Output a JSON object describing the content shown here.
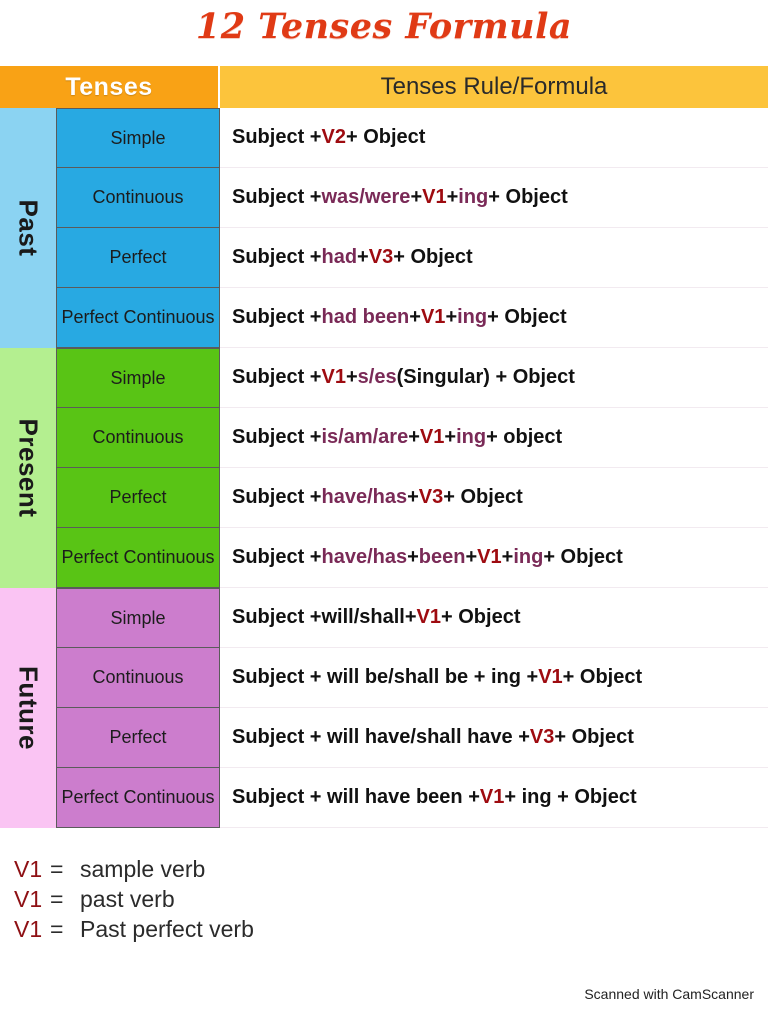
{
  "title": "12 Tenses Formula",
  "header": {
    "tenses_label": "Tenses",
    "formula_label": "Tenses Rule/Formula"
  },
  "colors": {
    "title": "#E03A15",
    "header_tenses_bg": "#F9A215",
    "header_formula_bg": "#FCC43C",
    "past_label_bg": "#8BD3F2",
    "past_cell_bg": "#28A9E2",
    "present_label_bg": "#B4EF90",
    "present_cell_bg": "#59C415",
    "future_label_bg": "#FAC4F3",
    "future_cell_bg": "#CC7DCD",
    "aux_text": "#7A2A57",
    "verb_code_text": "#9E0B10",
    "plain_text": "#111111"
  },
  "groups": [
    {
      "name": "Past",
      "rows": [
        {
          "sub": "Simple",
          "formula_plain": "Subject + V2 + Object",
          "parts": [
            {
              "t": "Subject + ",
              "k": "plain"
            },
            {
              "t": "V2",
              "k": "vcode"
            },
            {
              "t": " + Object",
              "k": "plain"
            }
          ]
        },
        {
          "sub": "Continuous",
          "formula_plain": "Subject + was/were + V1 + ing + Object",
          "parts": [
            {
              "t": "Subject + ",
              "k": "plain"
            },
            {
              "t": "was/were",
              "k": "aux"
            },
            {
              "t": " + ",
              "k": "plain"
            },
            {
              "t": "V1",
              "k": "vcode"
            },
            {
              "t": " + ",
              "k": "plain"
            },
            {
              "t": "ing",
              "k": "aux"
            },
            {
              "t": " + Object",
              "k": "plain"
            }
          ]
        },
        {
          "sub": "Perfect",
          "formula_plain": "Subject + had + V3 + Object",
          "parts": [
            {
              "t": "Subject + ",
              "k": "plain"
            },
            {
              "t": "had",
              "k": "aux"
            },
            {
              "t": " + ",
              "k": "plain"
            },
            {
              "t": "V3",
              "k": "vcode"
            },
            {
              "t": " + Object",
              "k": "plain"
            }
          ]
        },
        {
          "sub": "Perfect Continuous",
          "formula_plain": "Subject + had been + V1 + ing + Object",
          "parts": [
            {
              "t": "Subject + ",
              "k": "plain"
            },
            {
              "t": "had been",
              "k": "aux"
            },
            {
              "t": " + ",
              "k": "plain"
            },
            {
              "t": "V1",
              "k": "vcode"
            },
            {
              "t": " + ",
              "k": "plain"
            },
            {
              "t": "ing",
              "k": "aux"
            },
            {
              "t": " + Object",
              "k": "plain"
            }
          ]
        }
      ]
    },
    {
      "name": "Present",
      "rows": [
        {
          "sub": "Simple",
          "formula_plain": "Subject + V1 + s/es(Singular) + Object",
          "parts": [
            {
              "t": "Subject + ",
              "k": "plain"
            },
            {
              "t": "V1",
              "k": "vcode"
            },
            {
              "t": " + ",
              "k": "plain"
            },
            {
              "t": "s/es",
              "k": "aux"
            },
            {
              "t": "(Singular) + Object",
              "k": "plain"
            }
          ]
        },
        {
          "sub": "Continuous",
          "formula_plain": "Subject + is/am/are + V1 + ing + object",
          "parts": [
            {
              "t": "Subject + ",
              "k": "plain"
            },
            {
              "t": "is/am/are",
              "k": "aux"
            },
            {
              "t": " + ",
              "k": "plain"
            },
            {
              "t": "V1",
              "k": "vcode"
            },
            {
              "t": " + ",
              "k": "plain"
            },
            {
              "t": "ing",
              "k": "aux"
            },
            {
              "t": " + object",
              "k": "plain"
            }
          ]
        },
        {
          "sub": "Perfect",
          "formula_plain": "Subject + have/has + V3 + Object",
          "parts": [
            {
              "t": "Subject + ",
              "k": "plain"
            },
            {
              "t": "have/has",
              "k": "aux"
            },
            {
              "t": " + ",
              "k": "plain"
            },
            {
              "t": "V3",
              "k": "vcode"
            },
            {
              "t": " + Object",
              "k": "plain"
            }
          ]
        },
        {
          "sub": "Perfect Continuous",
          "formula_plain": "Subject + have/has + been + V1 + ing + Object",
          "parts": [
            {
              "t": "Subject + ",
              "k": "plain"
            },
            {
              "t": "have/has",
              "k": "aux"
            },
            {
              "t": " + ",
              "k": "plain"
            },
            {
              "t": "been",
              "k": "aux"
            },
            {
              "t": " + ",
              "k": "plain"
            },
            {
              "t": "V1",
              "k": "vcode"
            },
            {
              "t": " + ",
              "k": "plain"
            },
            {
              "t": "ing",
              "k": "aux"
            },
            {
              "t": " + Object",
              "k": "plain"
            }
          ]
        }
      ]
    },
    {
      "name": "Future",
      "rows": [
        {
          "sub": "Simple",
          "formula_plain": "Subject + will/shall + V1 + Object",
          "parts": [
            {
              "t": "Subject + ",
              "k": "plain"
            },
            {
              "t": "will/shall",
              "k": "plain"
            },
            {
              "t": " + ",
              "k": "plain"
            },
            {
              "t": "V1",
              "k": "vcode"
            },
            {
              "t": " + Object",
              "k": "plain"
            }
          ]
        },
        {
          "sub": "Continuous",
          "formula_plain": "Subject + will be/shall be + ing + V1 + Object",
          "parts": [
            {
              "t": "Subject + will be/shall be + ing + ",
              "k": "plain"
            },
            {
              "t": "V1",
              "k": "vcode"
            },
            {
              "t": " + Object",
              "k": "plain"
            }
          ]
        },
        {
          "sub": "Perfect",
          "formula_plain": "Subject + will have/shall have + V3 + Object",
          "parts": [
            {
              "t": "Subject + will have/shall have + ",
              "k": "plain"
            },
            {
              "t": "V3",
              "k": "vcode"
            },
            {
              "t": " + Object",
              "k": "plain"
            }
          ]
        },
        {
          "sub": "Perfect Continuous",
          "formula_plain": "Subject + will have been + V1 + ing + Object",
          "parts": [
            {
              "t": "Subject + will have been + ",
              "k": "plain"
            },
            {
              "t": "V1",
              "k": "vcode"
            },
            {
              "t": " + ing + Object",
              "k": "plain"
            }
          ]
        }
      ]
    }
  ],
  "legend": [
    {
      "code": "V1",
      "eq": "=",
      "definition": "sample verb"
    },
    {
      "code": "V1",
      "eq": "=",
      "definition": "past verb"
    },
    {
      "code": "V1",
      "eq": "=",
      "definition": "Past perfect verb"
    }
  ],
  "watermark": "Scanned with CamScanner"
}
